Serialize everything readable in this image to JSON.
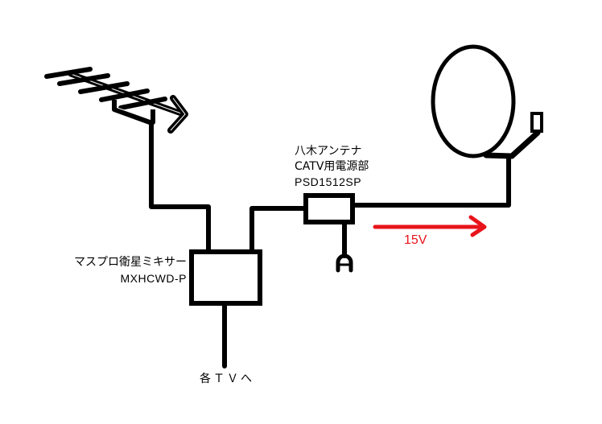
{
  "diagram": {
    "title": "Antenna wiring diagram",
    "components": {
      "uhf_antenna": {
        "label": "",
        "type": "yagi-antenna-icon"
      },
      "satellite_dish": {
        "label": "",
        "type": "satellite-dish-icon"
      },
      "power_supply": {
        "label_lines": [
          "八木アンテナ",
          "CATV用電源部",
          "PSD1512SP"
        ],
        "type": "power-supply-box"
      },
      "mixer": {
        "label_lines": [
          "マスプロ衛星ミキサー",
          "MXHCWD-P"
        ],
        "type": "mixer-box"
      },
      "output": {
        "label": "各ＴＶへ"
      },
      "power_plug": {
        "type": "power-plug-icon"
      }
    },
    "annotations": {
      "voltage": {
        "label": "15V",
        "color": "#e8141c",
        "direction": "toward satellite dish"
      }
    },
    "colors": {
      "line": "#000000",
      "accent": "#e8141c",
      "background": "#ffffff"
    }
  }
}
